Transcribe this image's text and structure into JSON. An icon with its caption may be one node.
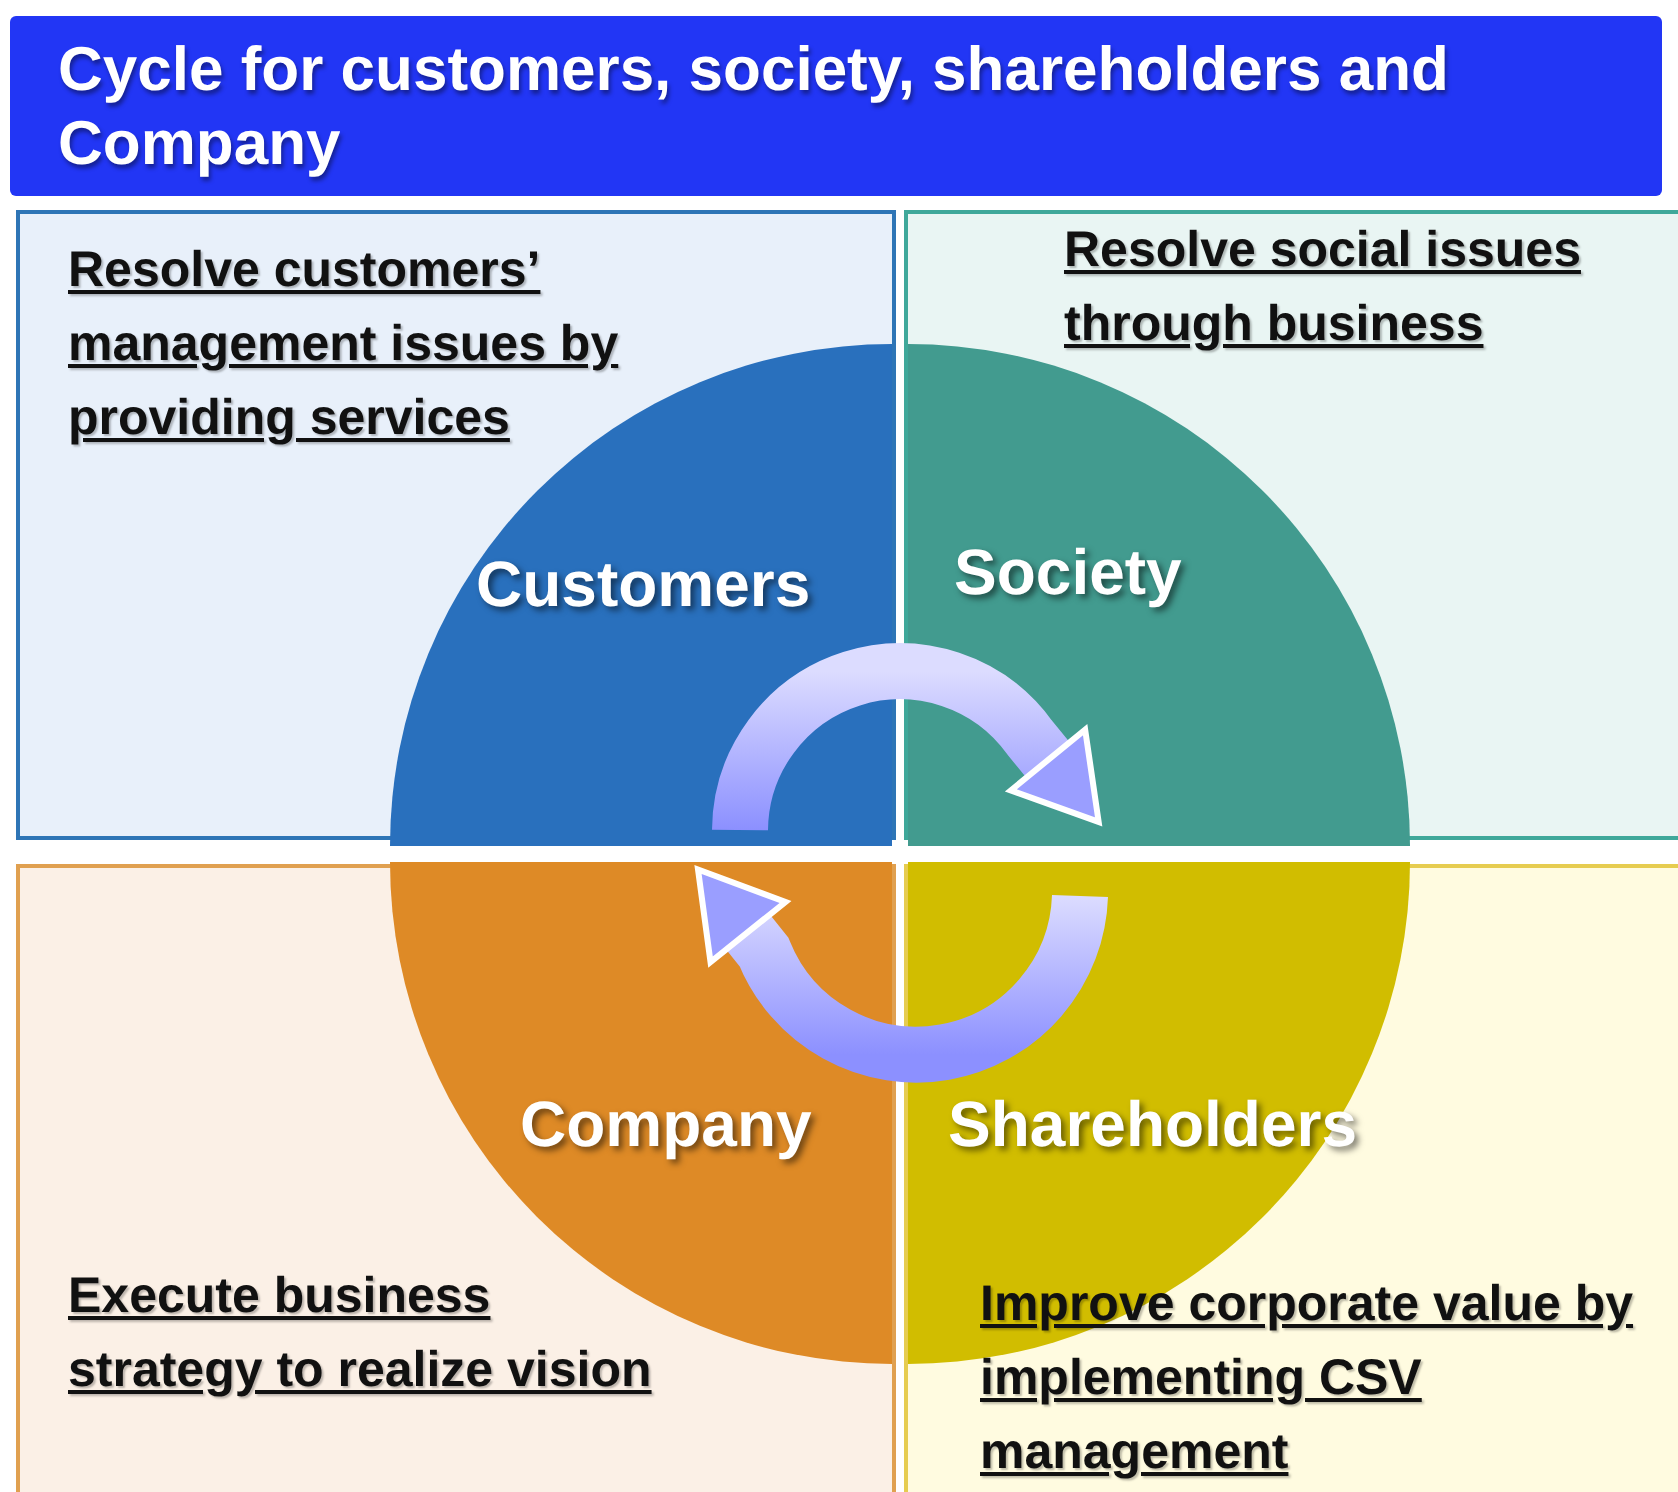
{
  "diagram": {
    "title": "Cycle for customers, society, shareholders and Company",
    "nodes": [
      {
        "text": [
          "Resolve customers’ management issues by providing services"
        ]
      },
      {
        "text": [
          "Resolve social issues through business"
        ]
      },
      {
        "text": [
          "Customers"
        ],
        "in": 0
      },
      {
        "text": [
          "Society"
        ],
        "in": 1
      },
      {
        "text": [
          "Company"
        ],
        "in": 6
      },
      {
        "text": [
          "Shareholders"
        ],
        "in": 7
      },
      {
        "text": [
          "Execute business strategy to realize vision"
        ]
      },
      {
        "text": [
          "Improve corporate value by implementing CSV management"
        ]
      }
    ],
    "edges": [
      {
        "from": 2,
        "to": 3,
        "arrow": "to"
      },
      {
        "from": 5,
        "to": 4,
        "arrow": "to"
      }
    ]
  }
}
